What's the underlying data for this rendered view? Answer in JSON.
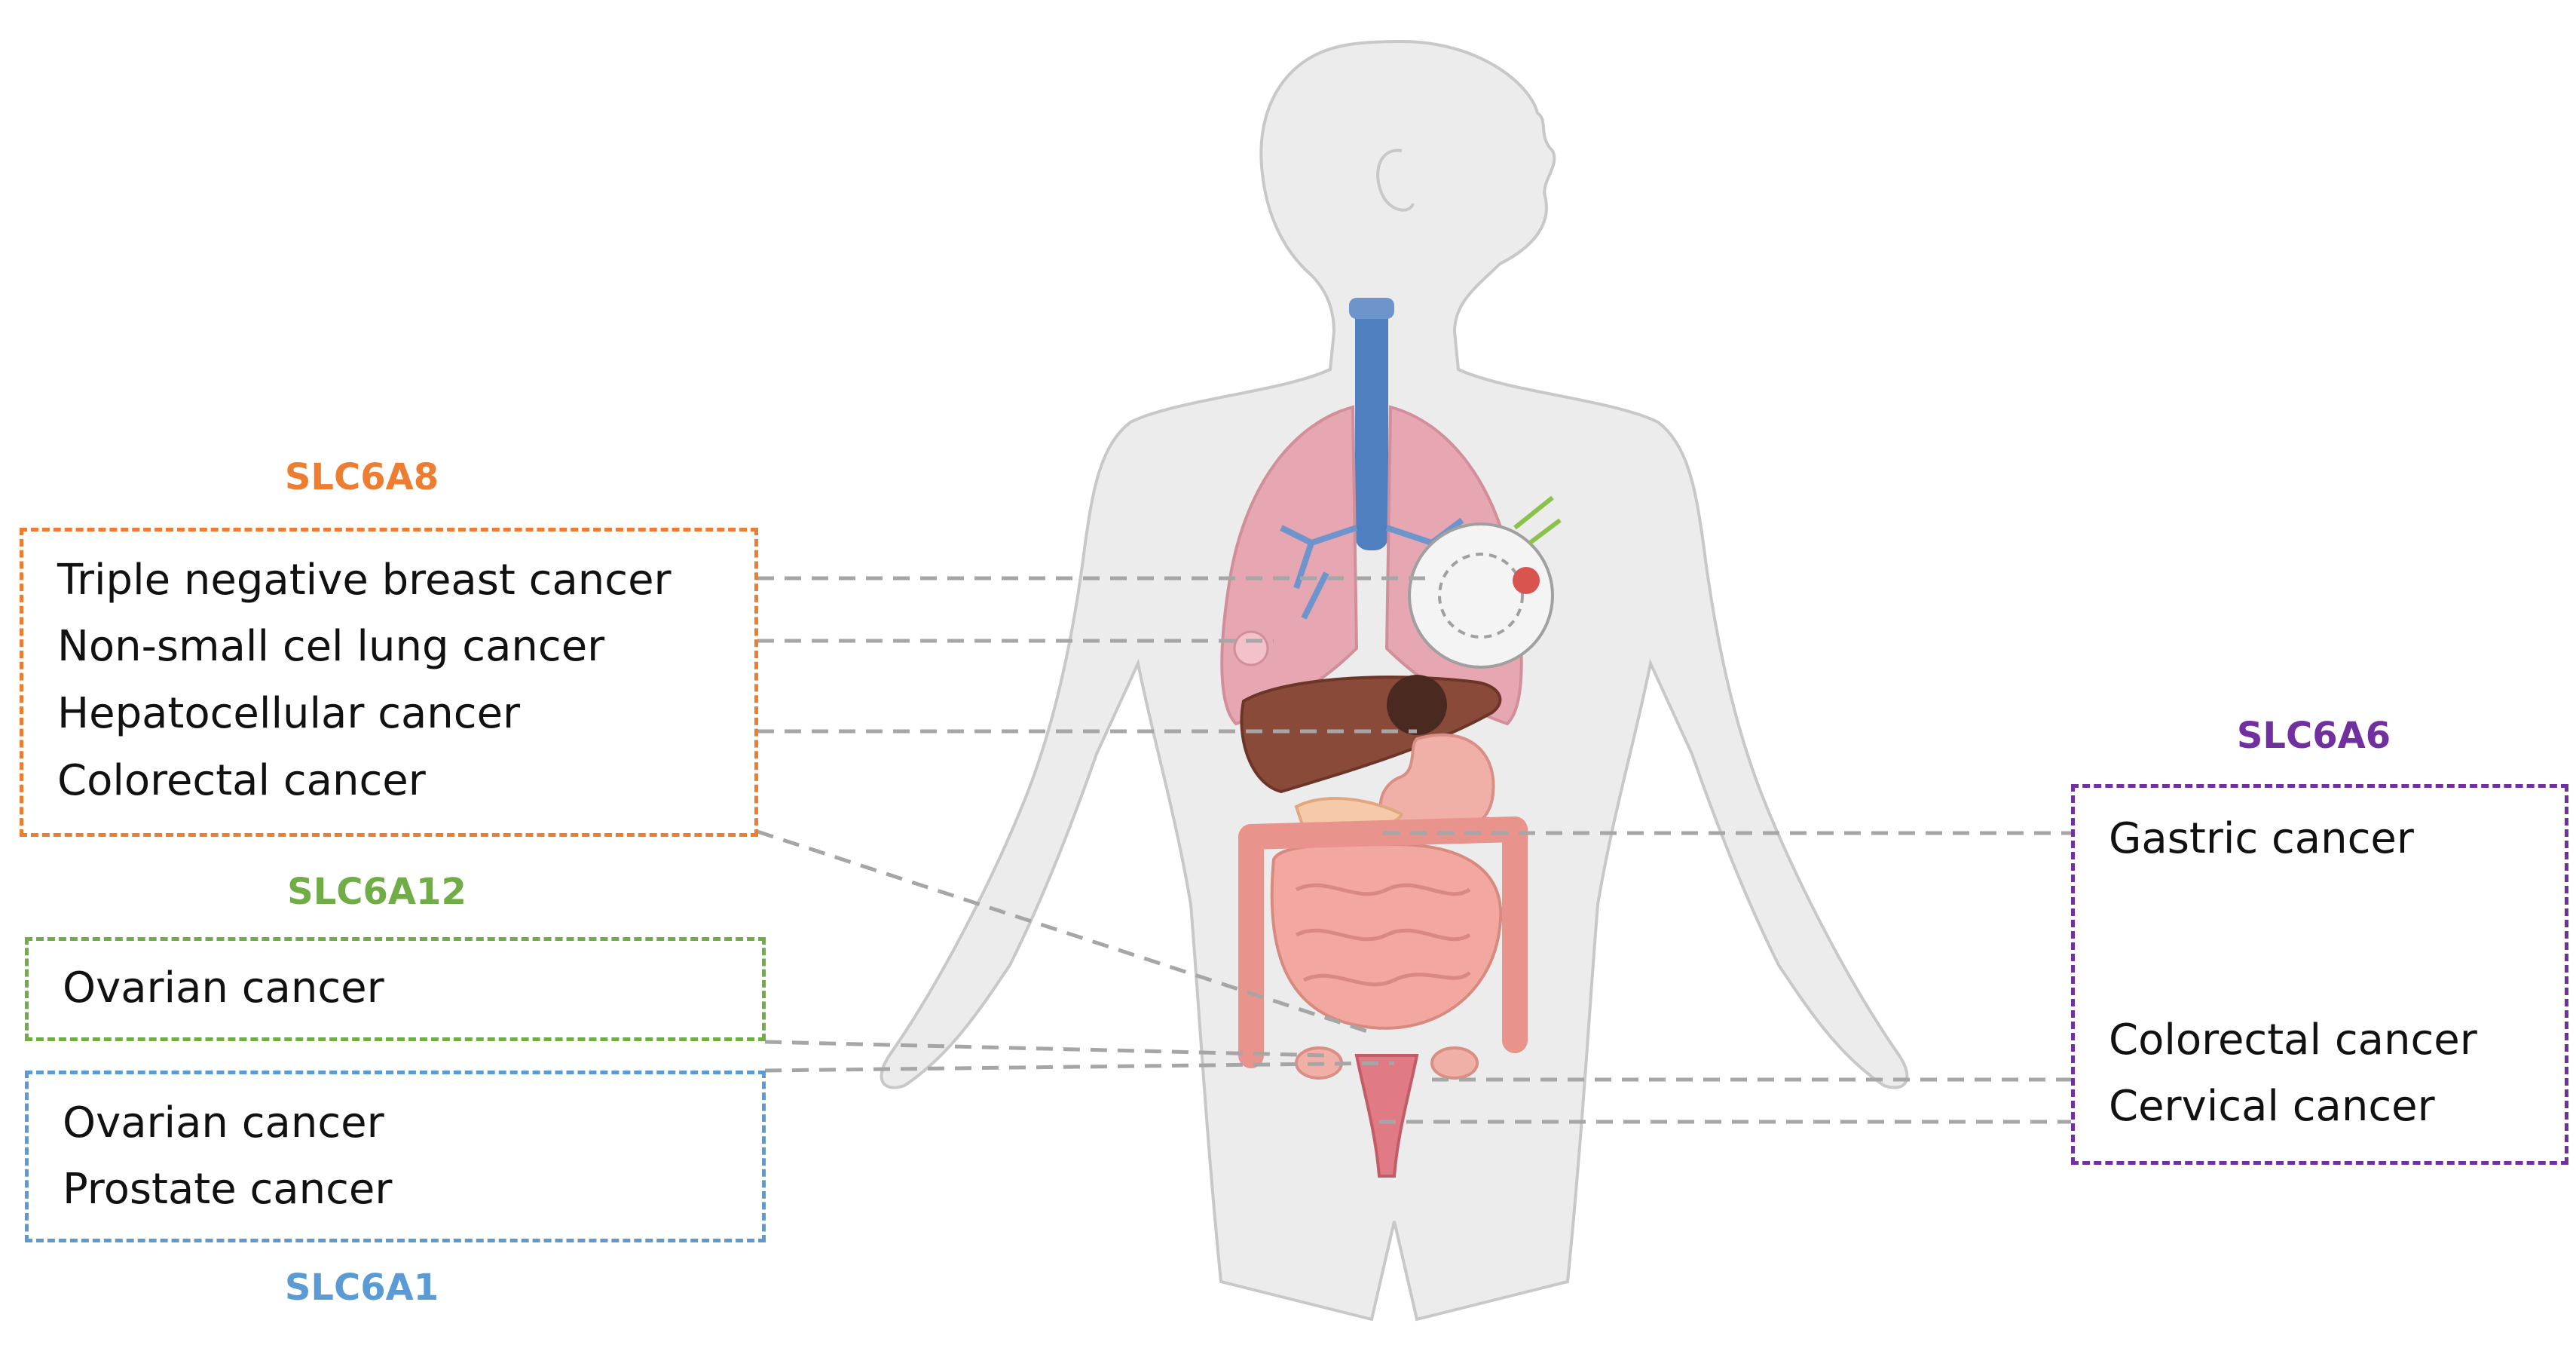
{
  "groups": {
    "slc6a8": {
      "gene": "SLC6A8",
      "color": "#ed7d31",
      "items": [
        "Triple negative breast cancer",
        "Non-small cel lung cancer",
        "Hepatocellular cancer",
        "Colorectal cancer"
      ]
    },
    "slc6a12": {
      "gene": "SLC6A12",
      "color": "#70ad47",
      "items": [
        "Ovarian cancer"
      ]
    },
    "slc6a1": {
      "gene": "SLC6A1",
      "color": "#5b9bd5",
      "items": [
        "Ovarian cancer",
        "Prostate cancer"
      ]
    },
    "slc6a6": {
      "gene": "SLC6A6",
      "color": "#7030a0",
      "items": [
        "Gastric cancer",
        "Colorectal cancer",
        "Cervical cancer"
      ]
    }
  },
  "colors": {
    "connector": "#a6a6a6",
    "body_fill": "#ececec",
    "body_outline": "#c8c8c8",
    "trachea": "#4f7fbf",
    "lung": "#e6a7b3",
    "liver": "#8a4a3a",
    "stomach": "#f0b0a8",
    "intestine": "#e8948c"
  },
  "illustration": {
    "subject": "human-body-anatomy",
    "organs": [
      "trachea-icon",
      "lungs-icon",
      "breast-tumor-icon",
      "liver-icon",
      "stomach-icon",
      "pancreas-icon",
      "small-intestine-icon",
      "colon-icon",
      "uterus-icon",
      "ovary-icon"
    ]
  }
}
